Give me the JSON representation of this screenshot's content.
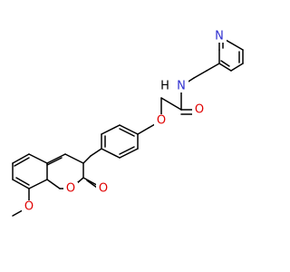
{
  "colors": {
    "carbon": "#000000",
    "nitrogen": "#2f2fd0",
    "oxygen": "#e00000",
    "background": "#ffffff"
  },
  "atoms": {
    "pyridine_n": "N",
    "amide_nh": "N",
    "amide_h": "H",
    "amide_o": "O",
    "ether_o": "O",
    "ring_o": "O",
    "lactone_o": "O",
    "methoxy_o": "O"
  }
}
